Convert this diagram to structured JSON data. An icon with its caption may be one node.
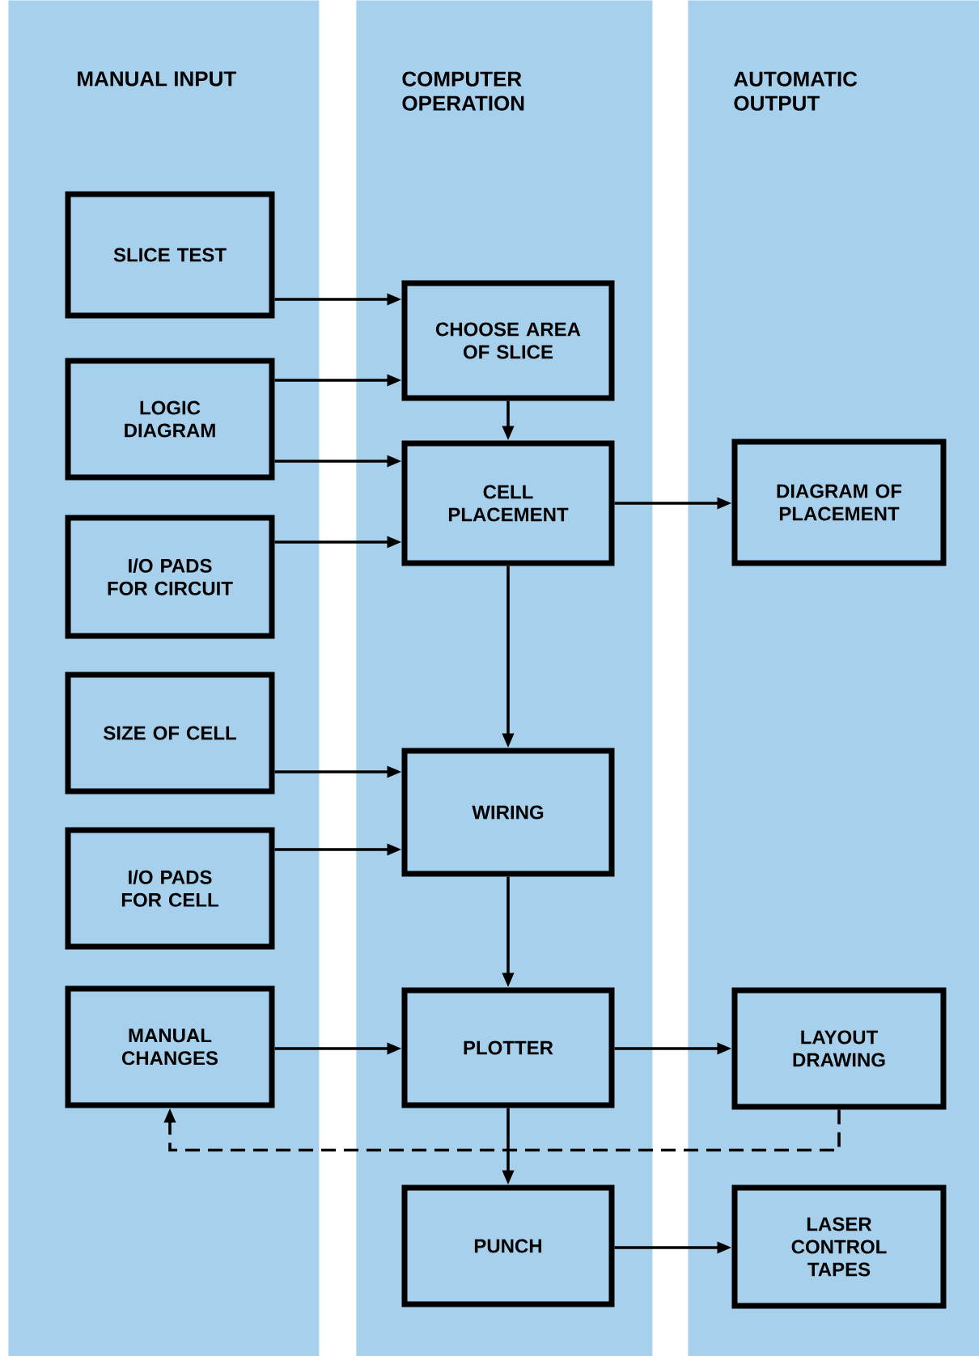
{
  "diagram": {
    "nodes": [
      {
        "text": [
          "MANUAL INPUT"
        ]
      },
      {
        "text": [
          "COMPUTER OPERATION"
        ]
      },
      {
        "text": [
          "AUTOMATIC OUTPUT"
        ]
      },
      {
        "text": [
          "SLICE TEST"
        ],
        "in": 0
      },
      {
        "text": [
          "LOGIC DIAGRAM"
        ],
        "in": 0
      },
      {
        "text": [
          "I/O PADS FOR CIRCUIT"
        ],
        "in": 0
      },
      {
        "text": [
          "SIZE OF CELL"
        ],
        "in": 0
      },
      {
        "text": [
          "I/O PADS FOR CELL"
        ],
        "in": 0
      },
      {
        "text": [
          "MANUAL CHANGES"
        ],
        "in": 0
      },
      {
        "text": [
          "CHOOSE AREA OF SLICE"
        ],
        "in": 1
      },
      {
        "text": [
          "CELL PLACEMENT"
        ],
        "in": 1
      },
      {
        "text": [
          "WIRING"
        ],
        "in": 1
      },
      {
        "text": [
          "PLOTTER"
        ],
        "in": 1
      },
      {
        "text": [
          "PUNCH"
        ],
        "in": 1
      },
      {
        "text": [
          "DIAGRAM OF PLACEMENT"
        ],
        "in": 2
      },
      {
        "text": [
          "LAYOUT DRAWING"
        ],
        "in": 2
      },
      {
        "text": [
          "LASER CONTROL TAPES"
        ],
        "in": 2
      }
    ],
    "edges": [
      {
        "from": 3,
        "to": 9,
        "arrow": "to"
      },
      {
        "from": 4,
        "to": 9,
        "arrow": "to"
      },
      {
        "from": 4,
        "to": 10,
        "arrow": "to"
      },
      {
        "from": 5,
        "to": 10,
        "arrow": "to"
      },
      {
        "from": 9,
        "to": 10,
        "arrow": "to"
      },
      {
        "from": 10,
        "to": 14,
        "arrow": "to"
      },
      {
        "from": 10,
        "to": 11,
        "arrow": "to"
      },
      {
        "from": 6,
        "to": 11,
        "arrow": "to"
      },
      {
        "from": 7,
        "to": 11,
        "arrow": "to"
      },
      {
        "from": 11,
        "to": 12,
        "arrow": "to"
      },
      {
        "from": 8,
        "to": 12,
        "arrow": "to"
      },
      {
        "from": 12,
        "to": 15,
        "arrow": "to"
      },
      {
        "from": 12,
        "to": 13,
        "arrow": "to"
      },
      {
        "from": 13,
        "to": 16,
        "arrow": "to"
      },
      {
        "from": 15,
        "to": 8,
        "arrow": "to",
        "style": "dashed"
      }
    ]
  }
}
